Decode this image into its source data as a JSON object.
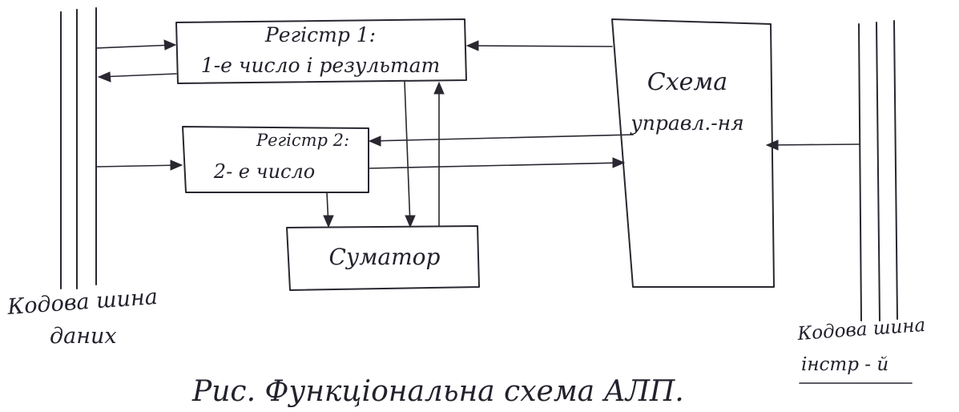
{
  "register1": {
    "line1": "Регістр 1:",
    "line2": "1-е число і результат"
  },
  "register2": {
    "line1": "Регістр 2:",
    "line2": "2- е число"
  },
  "adder": {
    "label": "Суматор"
  },
  "control": {
    "line1": "Схема",
    "line2": "управл.-ня"
  },
  "data_bus": {
    "line1": "Кодова шина",
    "line2": "даних"
  },
  "instr_bus": {
    "line1": "Кодова шина",
    "line2": "інстр - й"
  },
  "caption": "Рис. Функціональна схема АЛП.",
  "colors": {
    "ink": "#2a2730",
    "paper": "#ffffff"
  }
}
